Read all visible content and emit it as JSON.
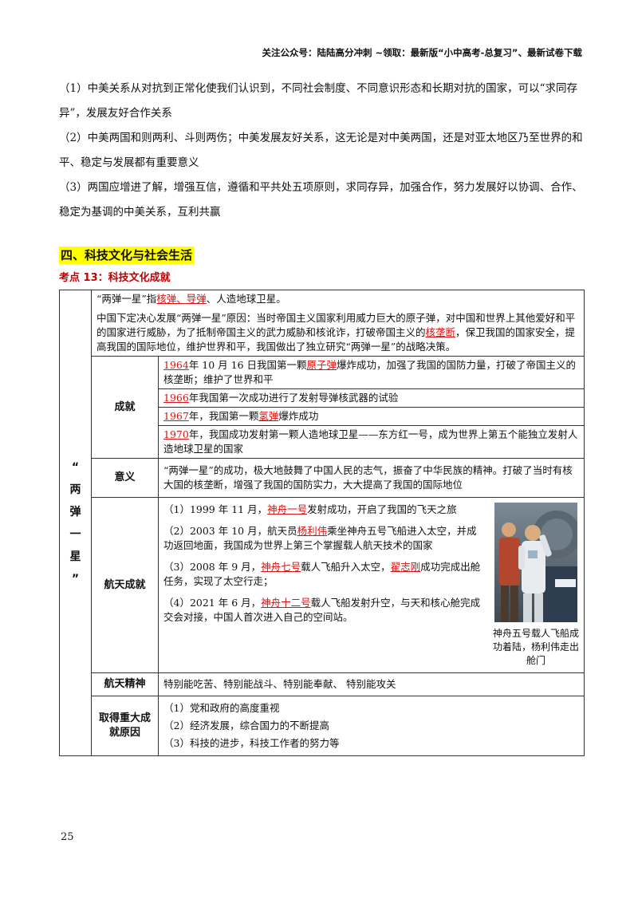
{
  "header_note": "关注公众号：陆陆高分冲刺 ~领取：最新版“小中高考-总复习”、最新试卷下载",
  "intro": [
    "（1）中美关系从对抗到正常化使我们认识到，不同社会制度、不同意识形态和长期对抗的国家，可以“求同存异”，发展友好合作关系",
    "（2）中美两国和则两利、斗则两伤；中美发展友好关系，这无论是对中美两国，还是对亚太地区乃至世界的和平、稳定与发展都有重要意义",
    "（3）两国应增进了解，增强互信，遵循和平共处五项原则，求同存异，加强合作，努力发展好以协调、合作、稳定为基调的中美关系，互利共赢"
  ],
  "section_title": "四、科技文化与社会生活",
  "kaodian": "考点 13：科技文化成就",
  "side_label": [
    "“",
    "两",
    "弹",
    "一",
    "星",
    "”"
  ],
  "def": {
    "a": "“两弹一星”指",
    "link1": "核弹、导弹",
    "b": "、人造地球卫星。"
  },
  "reason": {
    "a": "中国下定决心发展“两弹一星”原因：当时帝国主义国家利用威力巨大的原子弹，对中国和世界上其他爱好和平的国家进行威胁，为了抵制帝国主义的武力威胁和核讹诈，打破帝国主义的",
    "link": "核垄断",
    "b": "，保卫我国的国家安全，提高我国的国际地位，维护世界和平，我国做出了独立研究“两弹一星”的战略决策。"
  },
  "achievement": {
    "label": "成就",
    "rows": [
      {
        "year": "1964",
        "a": "年 10 月 16 日我国第一颗",
        "key": "原子弹",
        "b": "爆炸成功，加强了我国的国防力量，打破了帝国主义的核垄断；维护了世界和平"
      },
      {
        "year": "1966",
        "a": "年我国第一次成功进行了发射导弹核武器的试验",
        "key": "",
        "b": ""
      },
      {
        "year": "1967",
        "a": "年，我国第一颗",
        "key": "氢弹",
        "b": "爆炸成功"
      },
      {
        "year": "1970",
        "a": "年，我国成功发射第一颗人造地球卫星——东方红一号，成为世界上第五个能独立发射人造地球卫星的国家",
        "key": "",
        "b": ""
      }
    ]
  },
  "meaning": {
    "label": "意义",
    "text": "“两弹一星”的成功，极大地鼓舞了中国人民的志气，振奋了中华民族的精神。打破了当时有核大国的核垄断，增强了我国的国防实力，大大提高了我国的国际地位"
  },
  "space": {
    "label": "航天成就",
    "items": [
      {
        "a": "（1）1999 年 11 月，",
        "k1": "神舟一号",
        "b": "发射成功，开启了我国的飞天之旅",
        "k2": "",
        "c": ""
      },
      {
        "a": "（2）2003 年 10 月，航天员",
        "k1": "杨利伟",
        "b": "乘坐神舟五号飞船进入太空，并成功返回地面，我国成为世界上第三个掌握载人航天技术的国家",
        "k2": "",
        "c": ""
      },
      {
        "a": "（3）2008 年 9 月，",
        "k1": "神舟七号",
        "b": "载人飞船升入太空，",
        "k2": "翟志刚",
        "c": "成功完成出舱任务，实现了太空行走；"
      },
      {
        "a": "（4）2021 年 6 月，",
        "k1": "神舟十二号",
        "b": "载人飞船发射升空，与天和核心舱完成交会对接，中国人首次进入自己的空间站。",
        "k2": "",
        "c": ""
      }
    ],
    "caption": "神舟五号载人飞船成功着陆，杨利伟走出舱门"
  },
  "spirit": {
    "label": "航天精神",
    "text": "特别能吃苦、特别能战斗、特别能奉献、 特别能攻关"
  },
  "causes": {
    "label": "取得重大成就原因",
    "items": [
      "（1）党和政府的高度重视",
      "（2）经济发展，综合国力的不断提高",
      "（3）科技的进步，科技工作者的努力等"
    ]
  },
  "page_number": "25",
  "colors": {
    "highlight": "#ffff00",
    "accent_red": "#c00000",
    "link_red": "#dd1111"
  }
}
